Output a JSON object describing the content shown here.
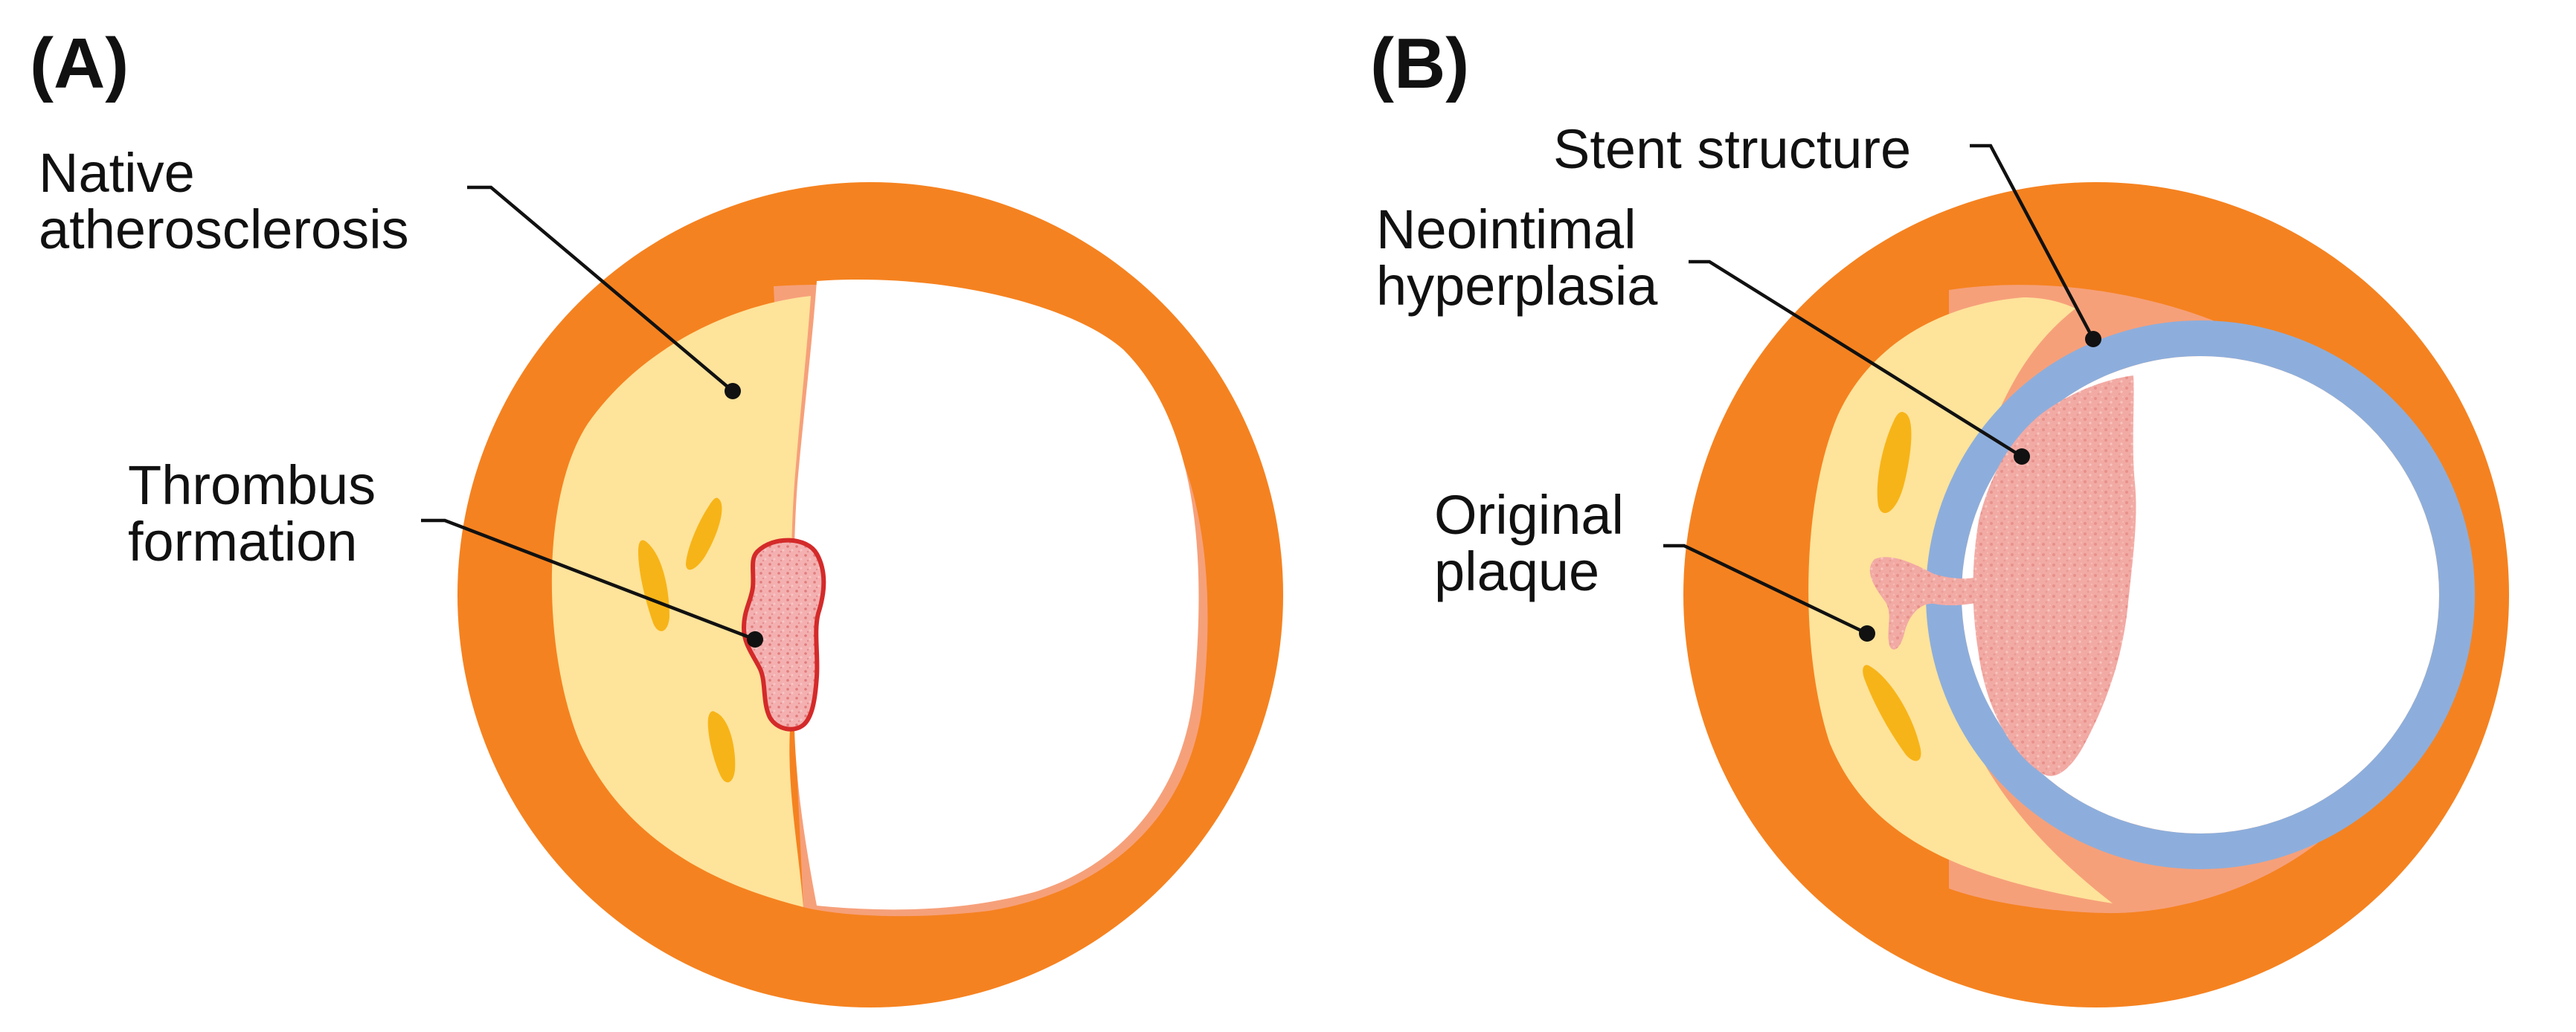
{
  "panels": [
    {
      "id": "A",
      "letter": "(A)",
      "labels": {
        "native_atherosclerosis": [
          "Native",
          "atherosclerosis"
        ],
        "thrombus_formation": [
          "Thrombus",
          "formation"
        ]
      }
    },
    {
      "id": "B",
      "letter": "(B)",
      "labels": {
        "stent_structure": [
          "Stent structure"
        ],
        "neointimal_hyperplasia": [
          "Neointimal",
          "hyperplasia"
        ],
        "original_plaque": [
          "Original",
          "plaque"
        ]
      }
    }
  ],
  "colors": {
    "vessel_wall": "#F58220",
    "plaque": "#FEE39A",
    "lipid_core": "#F7B418",
    "thrombus_outline": "#D42A2A",
    "thrombus_fill": "#F4A8A8",
    "stent": "#8DAEDC",
    "neointima": "#F2AAA4",
    "intima": "#F6A07A",
    "lumen": "#FFFFFF"
  }
}
